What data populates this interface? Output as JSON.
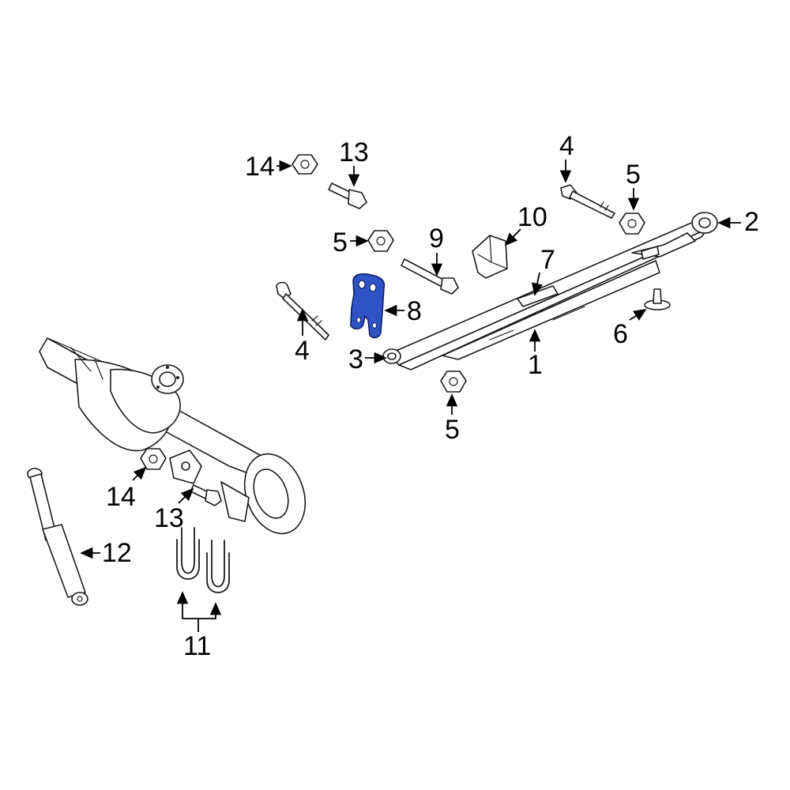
{
  "highlight_color": "#2f52c4",
  "callouts": {
    "c1": "1",
    "c2": "2",
    "c3": "3",
    "c4a": "4",
    "c4b": "4",
    "c5a": "5",
    "c5b": "5",
    "c5c": "5",
    "c6": "6",
    "c7": "7",
    "c8": "8",
    "c9": "9",
    "c10": "10",
    "c11": "11",
    "c12": "12",
    "c13a": "13",
    "c13b": "13",
    "c14a": "14",
    "c14b": "14"
  }
}
